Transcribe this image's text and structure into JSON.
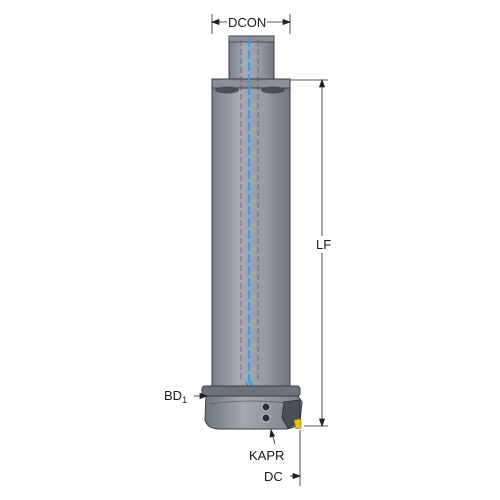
{
  "drawing": {
    "labels": {
      "dcon": "DCON",
      "lf": "LF",
      "bd_main": "BD",
      "bd_sub": "1",
      "kapr": "KAPR",
      "dc": "DC"
    },
    "colors": {
      "body_shade": "#7f8590",
      "body_light": "#a9adb6",
      "coolant": "#3aa0dc",
      "insert": "#e4c21a",
      "dim_line": "#222222"
    }
  }
}
